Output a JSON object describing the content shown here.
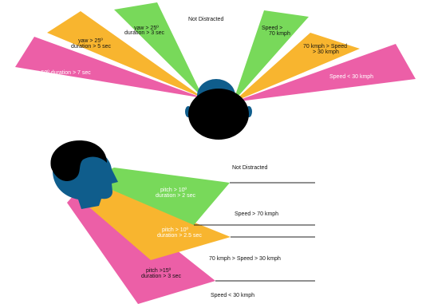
{
  "colors": {
    "pink": "#ec5fa7",
    "orange": "#f8b52f",
    "green": "#78d95a",
    "head_face": "#0f5d8c",
    "hair": "#000000",
    "line": "#222222"
  },
  "top": {
    "not_distracted": "Not Distracted",
    "left": {
      "yaw25_line1": "yaw > 25º",
      "yaw25_line2": "duration > 3 sec",
      "yaw25b_line1": "yaw > 25º",
      "yaw25b_line2": "duration > 5 sec",
      "yaw50": "yaw >50º duration > 7 sec"
    },
    "right": {
      "speed70_line1": "Speed >",
      "speed70_line2": "70 kmph",
      "speed_mid_line1": "70 kmph > Speed",
      "speed_mid_line2": "> 30 kmph",
      "speed30": "Speed < 30 kmph"
    }
  },
  "bottom": {
    "not_distracted": "Not Distracted",
    "pitch10_line1": "pitch > 10º",
    "pitch10_line2": "duration > 2 sec",
    "pitch10b_line1": "pitch > 10º",
    "pitch10b_line2": "duration > 2.5 sec",
    "pitch15_line1": "pitch >15º",
    "pitch15_line2": "duration > 3 sec",
    "speed70": "Speed > 70 kmph",
    "speed_mid": "70 kmph > Speed > 30 kmph",
    "speed30": "Speed < 30 kmph"
  }
}
